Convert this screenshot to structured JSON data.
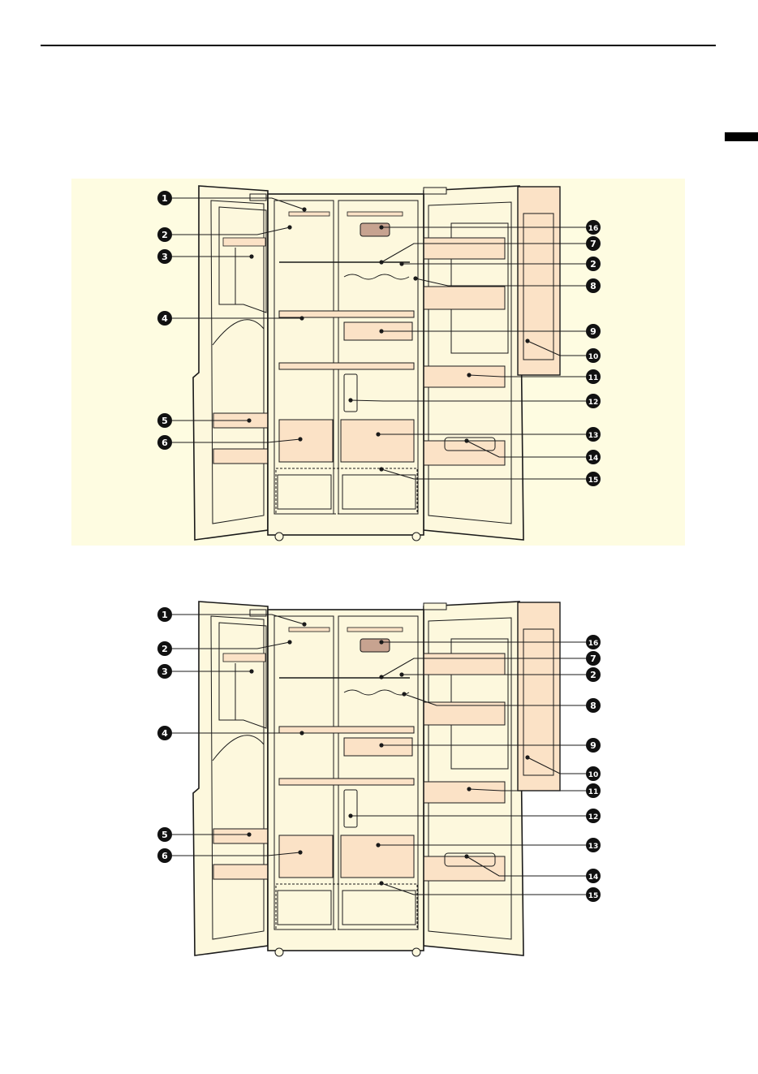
{
  "palette": {
    "panel_background": "#fefce1",
    "fridge_fill": "#fdf8dd",
    "component_fill": "#fbe2c6",
    "line": "#1a1a1a",
    "callout_badge": "#111111",
    "callout_text": "#ffffff"
  },
  "diagram_top": {
    "has_background_panel": true,
    "callouts": [
      "1",
      "2",
      "3",
      "4",
      "5",
      "6",
      "16",
      "7",
      "2",
      "8",
      "9",
      "10",
      "11",
      "12",
      "13",
      "14",
      "15"
    ]
  },
  "diagram_bottom": {
    "has_background_panel": false,
    "callouts": [
      "1",
      "2",
      "3",
      "4",
      "5",
      "6",
      "16",
      "7",
      "2",
      "8",
      "9",
      "10",
      "11",
      "12",
      "13",
      "14",
      "15"
    ]
  }
}
